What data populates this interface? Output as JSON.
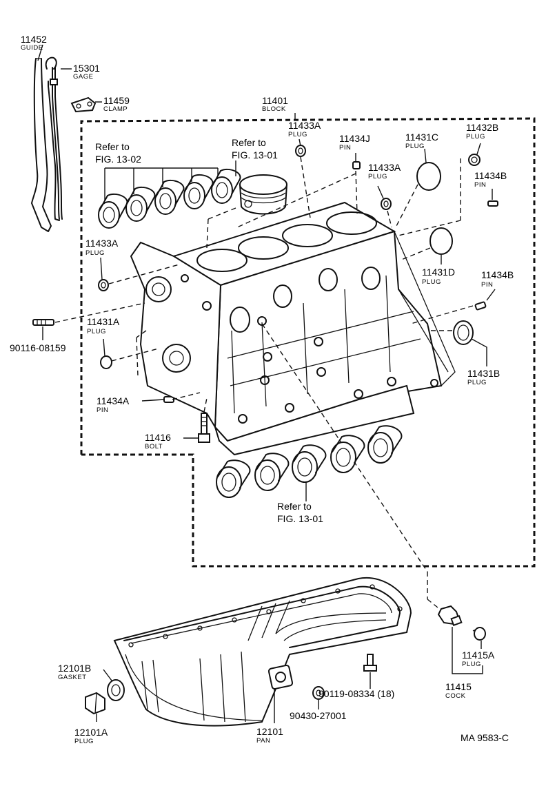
{
  "diagram_code": "MA 9583-C",
  "refs": {
    "top_left": [
      "Refer to",
      "FIG. 13-02"
    ],
    "top_center": [
      "Refer to",
      "FIG. 13-01"
    ],
    "bottom": [
      "Refer to",
      "FIG. 13-01"
    ]
  },
  "parts": {
    "guide": {
      "number": "11452",
      "name": "GUIDE"
    },
    "gage": {
      "number": "15301",
      "name": "GAGE"
    },
    "clamp": {
      "number": "11459",
      "name": "CLAMP"
    },
    "block": {
      "number": "11401",
      "name": "BLOCK"
    },
    "plug_11433a_top": {
      "number": "11433A",
      "name": "PLUG"
    },
    "pin_11434j": {
      "number": "11434J",
      "name": "PIN"
    },
    "plug_11433a_mid": {
      "number": "11433A",
      "name": "PLUG"
    },
    "plug_11431c": {
      "number": "11431C",
      "name": "PLUG"
    },
    "plug_11432b": {
      "number": "11432B",
      "name": "PLUG"
    },
    "pin_11434b_top": {
      "number": "11434B",
      "name": "PIN"
    },
    "plug_11433a_left": {
      "number": "11433A",
      "name": "PLUG"
    },
    "plug_11431d": {
      "number": "11431D",
      "name": "PLUG"
    },
    "pin_11434b_right": {
      "number": "11434B",
      "name": "PIN"
    },
    "stud_90116": {
      "number": "90116-08159",
      "name": ""
    },
    "plug_11431a": {
      "number": "11431A",
      "name": "PLUG"
    },
    "plug_11431b": {
      "number": "11431B",
      "name": "PLUG"
    },
    "pin_11434a": {
      "number": "11434A",
      "name": "PIN"
    },
    "bolt_11416": {
      "number": "11416",
      "name": "BOLT"
    },
    "gasket_12101b": {
      "number": "12101B",
      "name": "GASKET"
    },
    "plug_12101a": {
      "number": "12101A",
      "name": "PLUG"
    },
    "pan_12101": {
      "number": "12101",
      "name": "PAN"
    },
    "gasket_90430": {
      "number": "90430-27001",
      "name": ""
    },
    "bolt_90119": {
      "number": "90119-08334 (18)",
      "name": ""
    },
    "plug_11415a": {
      "number": "11415A",
      "name": "PLUG"
    },
    "cock_11415": {
      "number": "11415",
      "name": "COCK"
    }
  }
}
